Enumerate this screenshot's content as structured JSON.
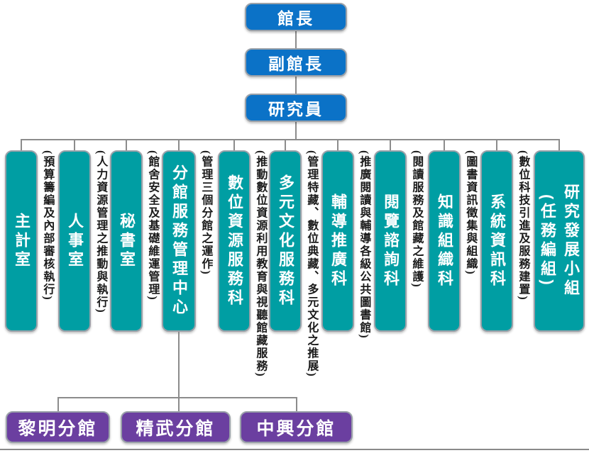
{
  "colors": {
    "top_node_blue": "#0b72c7",
    "department_teal": "#009ea3",
    "branch_purple": "#6b3fa0",
    "connector_gray": "#8c8c8c",
    "node_border_gray": "#9aa1a9",
    "node_text_white": "#ffffff",
    "annotation_black": "#1a1a1a"
  },
  "top_nodes": [
    {
      "label": "館長"
    },
    {
      "label": "副館長"
    },
    {
      "label": "研究員"
    }
  ],
  "departments": [
    {
      "label": "主計室",
      "note": "(預算籌編及內部審核執行)"
    },
    {
      "label": "人事室",
      "note": "(人力資源管理之推動與執行)"
    },
    {
      "label": "秘書室",
      "note": "(館舍安全及基礎維運管理)"
    },
    {
      "label": "分館服務管理中心",
      "note": "(管理三個分館之運作)"
    },
    {
      "label": "數位資源服務科",
      "note": "(推動數位資源利用教育與視聽館藏服務)"
    },
    {
      "label": "多元文化服務科",
      "note": "(管理特藏、數位典藏、多元文化之推展)"
    },
    {
      "label": "輔導推廣科",
      "note": "(推廣閱讀與輔導各級公共圖書館)"
    },
    {
      "label": "閱覽諮詢科",
      "note": "(閱讀服務及館藏之維護)"
    },
    {
      "label": "知識組織科",
      "note": "(圖書資訊徵集與組織)"
    },
    {
      "label": "系統資訊科",
      "note": "(數位科技引進及服務建置)"
    },
    {
      "label": "研究發展小組",
      "sublabel": "(任務編組)"
    }
  ],
  "branches": [
    {
      "label": "黎明分館"
    },
    {
      "label": "精武分館"
    },
    {
      "label": "中興分館"
    }
  ]
}
